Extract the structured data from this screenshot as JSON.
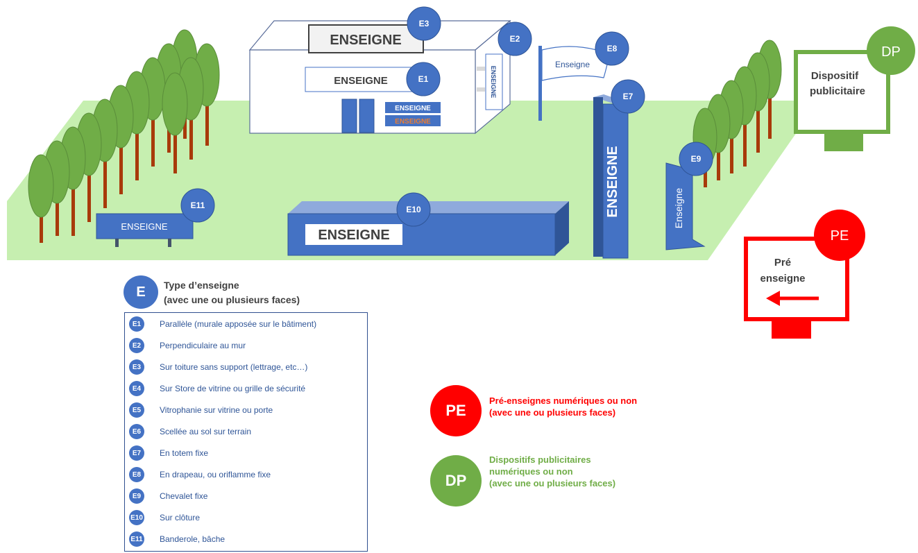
{
  "scene": {
    "building_top_sign": "ENSEIGNE",
    "building_wall_sign": "ENSEIGNE",
    "building_side_sign": "ENSEIGNE",
    "door_sign_1": "ENSEIGNE",
    "door_sign_2": "ENSEIGNE",
    "flag_sign": "Enseigne",
    "totem_sign": "ENSEIGNE",
    "easel_sign": "Enseigne",
    "fence_sign": "ENSEIGNE",
    "banner_sign": "ENSEIGNE",
    "billboard_text_1": "Dispositif",
    "billboard_text_2": "publicitaire",
    "pre_sign_text_1": "Pré",
    "pre_sign_text_2": "enseigne",
    "badges": {
      "e1": "E1",
      "e2": "E2",
      "e3": "E3",
      "e7": "E7",
      "e8": "E8",
      "e9": "E9",
      "e10": "E10",
      "e11": "E11",
      "dp": "DP",
      "pe": "PE"
    }
  },
  "legend": {
    "symbol": "E",
    "title_line1": "Type d’enseigne",
    "title_line2": "(avec une ou plusieurs faces)",
    "items": [
      {
        "code": "E1",
        "label": "Parallèle (murale apposée sur le bâtiment)"
      },
      {
        "code": "E2",
        "label": "Perpendiculaire au mur"
      },
      {
        "code": "E3",
        "label": "Sur toiture sans support (lettrage, etc…)"
      },
      {
        "code": "E4",
        "label": "Sur Store de vitrine ou grille de sécurité"
      },
      {
        "code": "E5",
        "label": "Vitrophanie sur vitrine ou porte"
      },
      {
        "code": "E6",
        "label": "Scellée au sol sur terrain"
      },
      {
        "code": "E7",
        "label": "En totem fixe"
      },
      {
        "code": "E8",
        "label": "En drapeau, ou oriflamme fixe"
      },
      {
        "code": "E9",
        "label": "Chevalet fixe"
      },
      {
        "code": "E10",
        "label": "Sur clôture"
      },
      {
        "code": "E11",
        "label": "Banderole, bâche"
      }
    ]
  },
  "pe_legend": {
    "symbol": "PE",
    "line1": "Pré-enseignes numériques ou non",
    "line2": "(avec une ou plusieurs faces)"
  },
  "dp_legend": {
    "symbol": "DP",
    "line1": "Dispositifs publicitaires",
    "line2": "numériques ou non",
    "line3": "(avec une ou plusieurs faces)"
  },
  "colors": {
    "blue": "#4472c4",
    "dark_blue": "#2f5597",
    "green_ground": "#c6efb0",
    "tree_green": "#70ad47",
    "trunk": "#a83a0a",
    "red": "#ff0000",
    "dp_green": "#70ad47",
    "pe_red": "#ff0000"
  }
}
